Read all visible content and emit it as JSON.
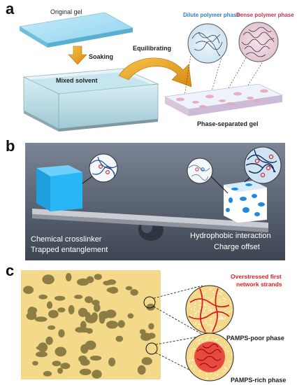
{
  "panel_a": {
    "letter": "a",
    "original_gel": "Original gel",
    "soaking": "Soaking",
    "mixed_solvent": "Mixed solvent",
    "equilibrating": "Equilibrating",
    "dilute_phase": "Dilute polymer phase",
    "dense_phase": "Dense polymer phase",
    "phase_separated_gel": "Phase-separated gel"
  },
  "panel_b": {
    "letter": "b",
    "left_line1": "Chemical crosslinker",
    "left_line2": "Trapped entanglement",
    "right_line1": "Hydrophobic interaction",
    "right_line2": "Charge offset"
  },
  "panel_c": {
    "letter": "c",
    "overstressed_line1": "Overstressed first",
    "overstressed_line2": "network strands",
    "poor_phase": "PAMPS-poor phase",
    "rich_phase": "PAMPS-rich phase"
  },
  "colors": {
    "gel_blue": "#8fd3ef",
    "seesaw_bg": "#5a6577",
    "cube_blue": "#29b6f6",
    "matrix_yellow": "#f5d98a",
    "blob_olive": "#8c7d45",
    "strand_red": "#e11b1b"
  }
}
